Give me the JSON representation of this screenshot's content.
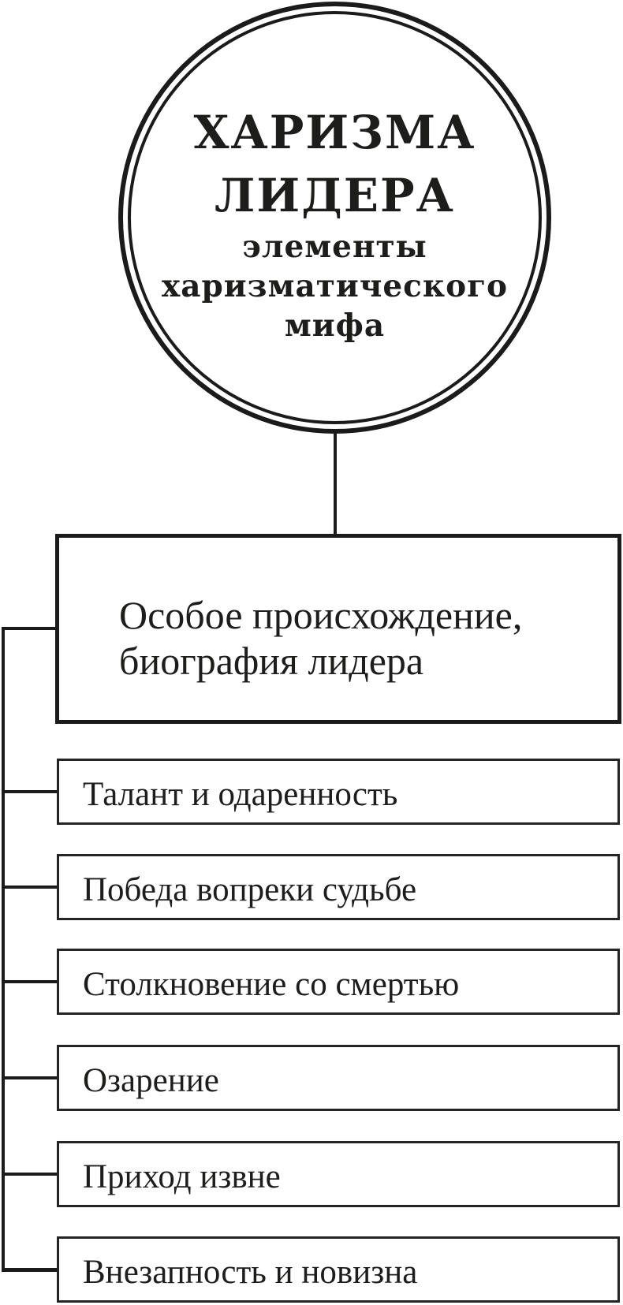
{
  "diagram": {
    "type": "flowchart",
    "colors": {
      "background": "#ffffff",
      "stroke": "#1b1b1b",
      "text": "#1d1d1b"
    },
    "circle": {
      "title": [
        "ХАРИЗМА",
        "ЛИДЕРА"
      ],
      "subtitle": [
        "элементы",
        "харизматического",
        "мифа"
      ]
    },
    "root": {
      "line1": "Особое происхождение,",
      "line2": "биография лидера"
    },
    "items": [
      {
        "label": "Талант и одаренность"
      },
      {
        "label": "Победа вопреки судьбе"
      },
      {
        "label": "Столкновение со смертью"
      },
      {
        "label": "Озарение"
      },
      {
        "label": "Приход извне"
      },
      {
        "label": "Внезапность и новизна"
      }
    ]
  }
}
